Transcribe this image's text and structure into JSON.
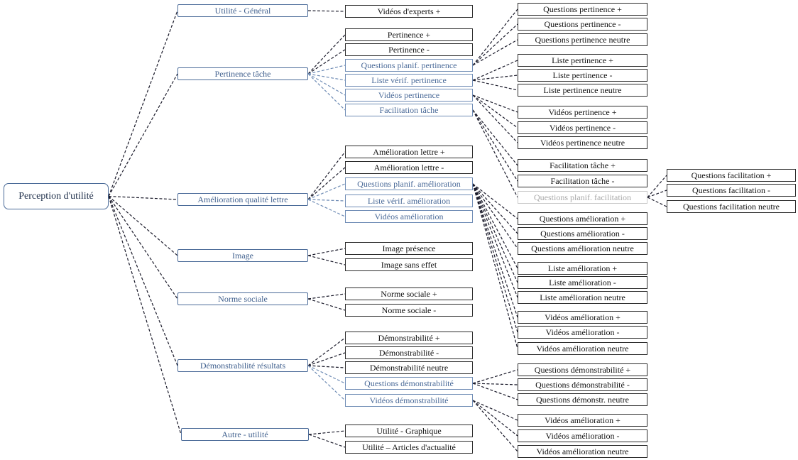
{
  "colors": {
    "dark_border": "#2b2b2b",
    "blue_border": "#6f8cb5",
    "blue_text": "#4a6a98",
    "grey_text": "#a9a9a9",
    "edge": "#1a1a2a",
    "edge_blue": "#6f8cb5"
  },
  "root": "Perception d'utilité",
  "categories": [
    {
      "id": "c1",
      "label": "Utilité - Général"
    },
    {
      "id": "c2",
      "label": "Pertinence tâche"
    },
    {
      "id": "c3",
      "label": "Amélioration qualité lettre"
    },
    {
      "id": "c4",
      "label": "Image"
    },
    {
      "id": "c5",
      "label": "Norme sociale"
    },
    {
      "id": "c6",
      "label": "Démonstrabilité résultats"
    },
    {
      "id": "c7",
      "label": "Autre - utilité"
    }
  ],
  "items": [
    {
      "id": "i_ve",
      "label": "Vidéos d'experts +"
    },
    {
      "id": "i_pp",
      "label": "Pertinence +"
    },
    {
      "id": "i_pm",
      "label": "Pertinence -"
    },
    {
      "id": "i_qpp",
      "label": "Questions planif. pertinence"
    },
    {
      "id": "i_lvp",
      "label": "Liste vérif. pertinence"
    },
    {
      "id": "i_vp",
      "label": "Vidéos pertinence"
    },
    {
      "id": "i_ft",
      "label": "Facilitation tâche"
    },
    {
      "id": "i_alp",
      "label": "Amélioration lettre +"
    },
    {
      "id": "i_alm",
      "label": "Amélioration lettre -"
    },
    {
      "id": "i_qpa",
      "label": "Questions planif. amélioration"
    },
    {
      "id": "i_lva",
      "label": "Liste vérif. amélioration"
    },
    {
      "id": "i_va",
      "label": "Vidéos amélioration"
    },
    {
      "id": "i_ip",
      "label": "Image présence"
    },
    {
      "id": "i_ise",
      "label": "Image sans effet"
    },
    {
      "id": "i_nsp",
      "label": "Norme sociale +"
    },
    {
      "id": "i_nsm",
      "label": "Norme sociale -"
    },
    {
      "id": "i_dp",
      "label": "Démonstrabilité +"
    },
    {
      "id": "i_dm",
      "label": "Démonstrabilité -"
    },
    {
      "id": "i_dn",
      "label": "Démonstrabilité neutre"
    },
    {
      "id": "i_qd",
      "label": "Questions démonstrabilité"
    },
    {
      "id": "i_vd",
      "label": "Vidéos démonstrabilité"
    },
    {
      "id": "i_ug",
      "label": "Utilité - Graphique"
    },
    {
      "id": "i_ua",
      "label": "Utilité – Articles d'actualité"
    }
  ],
  "outcomes": [
    {
      "id": "o_qp1",
      "label": "Questions pertinence +"
    },
    {
      "id": "o_qp2",
      "label": "Questions pertinence -"
    },
    {
      "id": "o_qp3",
      "label": "Questions pertinence neutre"
    },
    {
      "id": "o_lp1",
      "label": "Liste pertinence +"
    },
    {
      "id": "o_lp2",
      "label": "Liste pertinence -"
    },
    {
      "id": "o_lp3",
      "label": "Liste pertinence neutre"
    },
    {
      "id": "o_vp1",
      "label": "Vidéos pertinence +"
    },
    {
      "id": "o_vp2",
      "label": "Vidéos pertinence -"
    },
    {
      "id": "o_vp3",
      "label": "Vidéos pertinence neutre"
    },
    {
      "id": "o_ft1",
      "label": "Facilitation tâche +"
    },
    {
      "id": "o_ft2",
      "label": "Facilitation tâche -"
    },
    {
      "id": "o_qpf",
      "label": "Questions planif. facilitation"
    },
    {
      "id": "o_qa1",
      "label": "Questions amélioration +"
    },
    {
      "id": "o_qa2",
      "label": "Questions amélioration -"
    },
    {
      "id": "o_qa3",
      "label": "Questions amélioration neutre"
    },
    {
      "id": "o_la1",
      "label": "Liste amélioration +"
    },
    {
      "id": "o_la2",
      "label": "Liste amélioration -"
    },
    {
      "id": "o_la3",
      "label": "Liste amélioration neutre"
    },
    {
      "id": "o_va1",
      "label": "Vidéos amélioration +"
    },
    {
      "id": "o_va2",
      "label": "Vidéos amélioration -"
    },
    {
      "id": "o_va3",
      "label": "Vidéos amélioration neutre"
    },
    {
      "id": "o_qd1",
      "label": "Questions démonstrabilité +"
    },
    {
      "id": "o_qd2",
      "label": "Questions démonstrabilité -"
    },
    {
      "id": "o_qd3",
      "label": "Questions démonstr. neutre"
    },
    {
      "id": "o_vd1",
      "label": "Vidéos amélioration +"
    },
    {
      "id": "o_vd2",
      "label": "Vidéos amélioration -"
    },
    {
      "id": "o_vd3",
      "label": "Vidéos amélioration neutre"
    }
  ],
  "facilitation": [
    {
      "id": "f1",
      "label": "Questions facilitation +"
    },
    {
      "id": "f2",
      "label": "Questions facilitation -"
    },
    {
      "id": "f3",
      "label": "Questions facilitation neutre"
    }
  ]
}
